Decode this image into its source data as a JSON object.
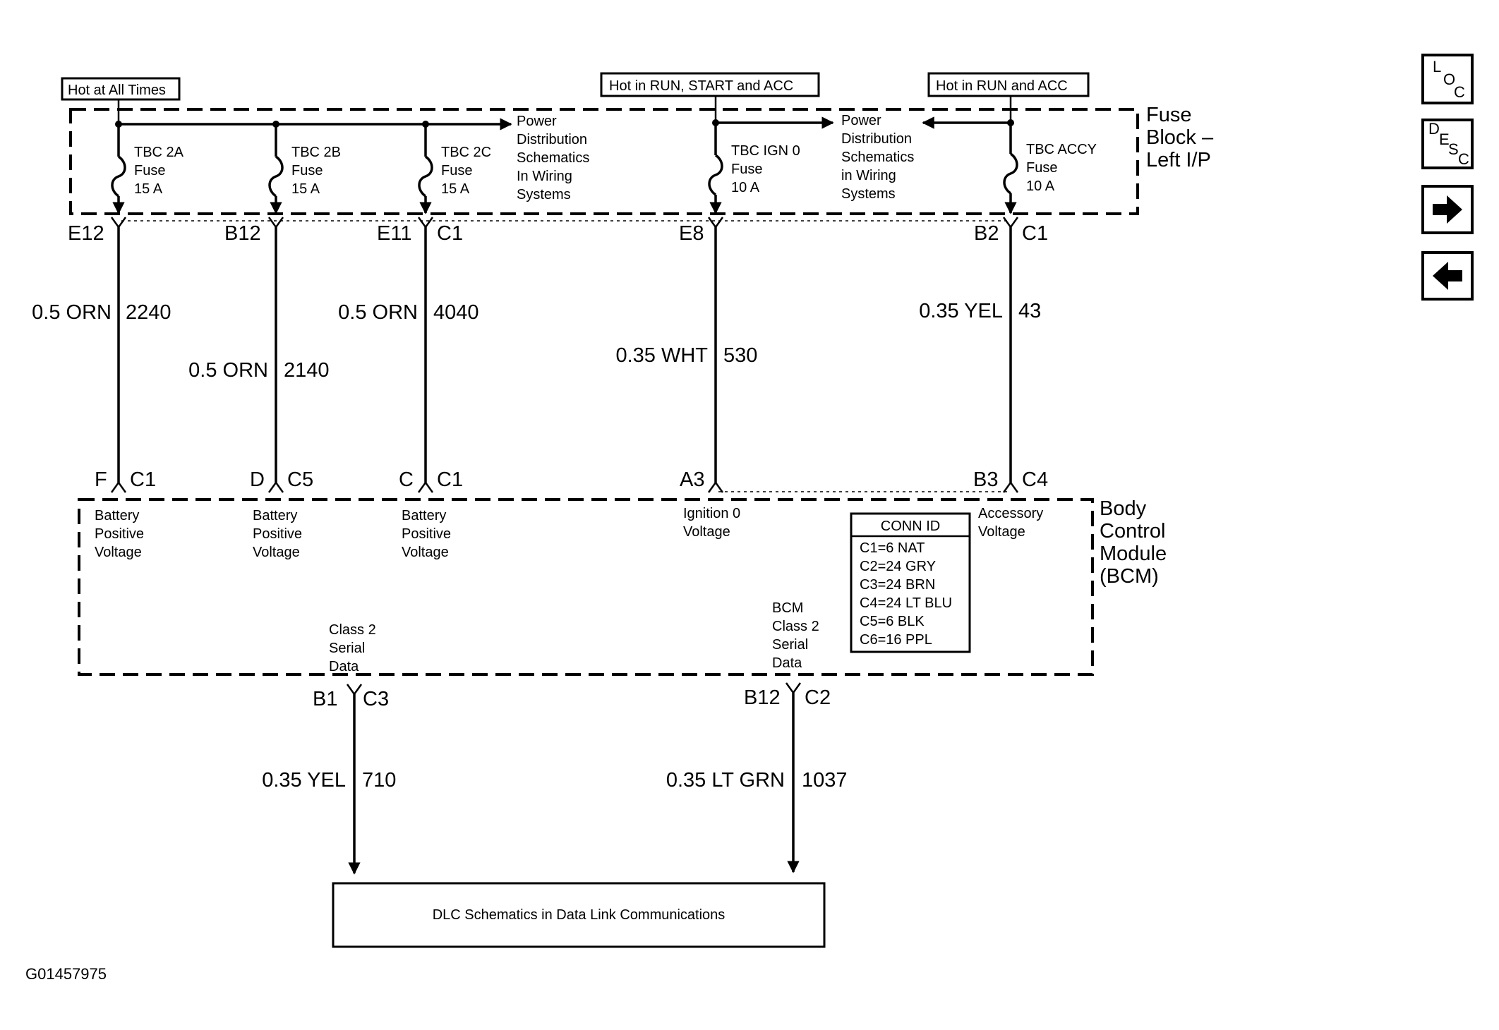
{
  "top_labels": {
    "hot_all_times": "Hot at All Times",
    "hot_run_start_acc": "Hot in RUN, START and ACC",
    "hot_run_acc": "Hot in RUN and ACC"
  },
  "fuse_block": {
    "line1": "Fuse",
    "line2": "Block –",
    "line3": "Left I/P"
  },
  "fuses": [
    {
      "name": "TBC 2A",
      "fuse": "Fuse",
      "rating": "15 A"
    },
    {
      "name": "TBC 2B",
      "fuse": "Fuse",
      "rating": "15 A"
    },
    {
      "name": "TBC 2C",
      "fuse": "Fuse",
      "rating": "15 A"
    },
    {
      "name": "TBC IGN 0",
      "fuse": "Fuse",
      "rating": "10 A"
    },
    {
      "name": "TBC ACCY",
      "fuse": "Fuse",
      "rating": "10 A"
    }
  ],
  "power_dist_left": [
    "Power",
    "Distribution",
    "Schematics",
    "In Wiring",
    "Systems"
  ],
  "power_dist_right": [
    "Power",
    "Distribution",
    "Schematics",
    "in Wiring",
    "Systems"
  ],
  "upper_connectors": [
    {
      "pin": "E12",
      "conn": ""
    },
    {
      "pin": "B12",
      "conn": ""
    },
    {
      "pin": "E11",
      "conn": "C1"
    },
    {
      "pin": "E8",
      "conn": ""
    },
    {
      "pin": "B2",
      "conn": "C1"
    }
  ],
  "upper_wires": [
    {
      "gauge": "0.5 ORN",
      "circuit": "2240"
    },
    {
      "gauge": "0.5 ORN",
      "circuit": "2140"
    },
    {
      "gauge": "0.5 ORN",
      "circuit": "4040"
    },
    {
      "gauge": "0.35 WHT",
      "circuit": "530"
    },
    {
      "gauge": "0.35 YEL",
      "circuit": "43"
    }
  ],
  "bcm_connectors": [
    {
      "pin": "F",
      "conn": "C1"
    },
    {
      "pin": "D",
      "conn": "C5"
    },
    {
      "pin": "C",
      "conn": "C1"
    },
    {
      "pin": "A3",
      "conn": ""
    },
    {
      "pin": "B3",
      "conn": "C4"
    }
  ],
  "bcm_inputs": [
    [
      "Battery",
      "Positive",
      "Voltage"
    ],
    [
      "Battery",
      "Positive",
      "Voltage"
    ],
    [
      "Battery",
      "Positive",
      "Voltage"
    ],
    [
      "Ignition 0",
      "Voltage"
    ],
    [
      "Accessory",
      "Voltage"
    ]
  ],
  "bcm": {
    "line1": "Body",
    "line2": "Control",
    "line3": "Module",
    "line4": "(BCM)"
  },
  "conn_id": {
    "title": "CONN ID",
    "rows": [
      "C1=6 NAT",
      "C2=24 GRY",
      "C3=24 BRN",
      "C4=24 LT BLU",
      "C5=6 BLK",
      "C6=16 PPL"
    ]
  },
  "serial_outputs": [
    {
      "label": [
        "Class 2",
        "Serial",
        "Data"
      ],
      "pin": "B1",
      "conn": "C3",
      "gauge": "0.35 YEL",
      "circuit": "710"
    },
    {
      "label": [
        "BCM",
        "Class 2",
        "Serial",
        "Data"
      ],
      "pin": "B12",
      "conn": "C2",
      "gauge": "0.35 LT GRN",
      "circuit": "1037"
    }
  ],
  "dlc_box": "DLC Schematics in Data Link Communications",
  "figure_id": "G01457975",
  "nav": {
    "loc": {
      "l": "L",
      "o": "O",
      "c": "C"
    },
    "desc": {
      "d": "D",
      "e": "E",
      "s": "S",
      "c": "C"
    }
  }
}
